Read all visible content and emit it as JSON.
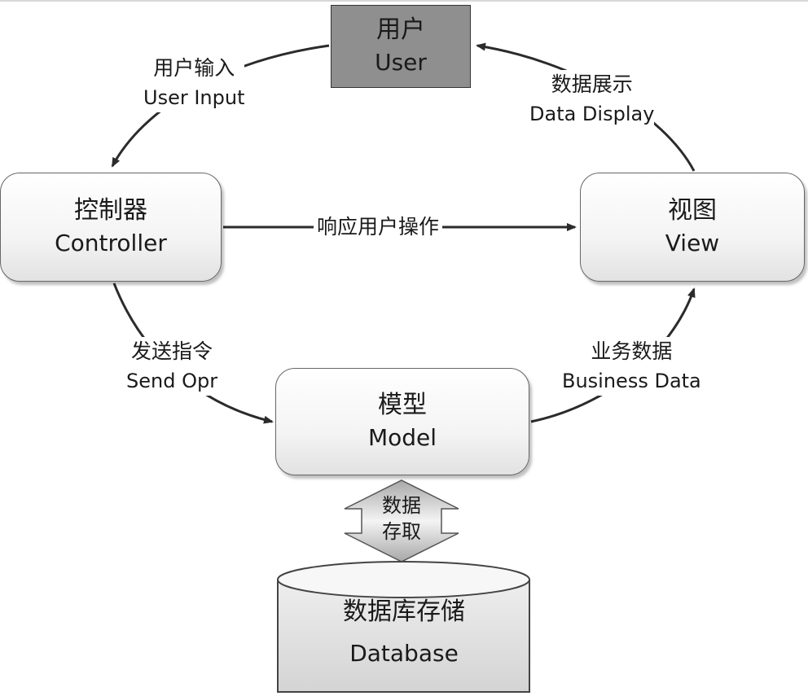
{
  "nodes": {
    "user": {
      "zh": "用户",
      "en": "User"
    },
    "controller": {
      "zh": "控制器",
      "en": "Controller"
    },
    "view": {
      "zh": "视图",
      "en": "View"
    },
    "model": {
      "zh": "模型",
      "en": "Model"
    },
    "database": {
      "zh": "数据库存储",
      "en": "Database"
    }
  },
  "edges": {
    "user_input": {
      "zh": "用户输入",
      "en": "User Input"
    },
    "data_display": {
      "zh": "数据展示",
      "en": "Data Display"
    },
    "respond": {
      "zh": "响应用户操作"
    },
    "send_opr": {
      "zh": "发送指令",
      "en": "Send Opr"
    },
    "business_data": {
      "zh": "业务数据",
      "en": "Business Data"
    },
    "data_access": {
      "line1": "数据",
      "line2": "存取"
    }
  }
}
